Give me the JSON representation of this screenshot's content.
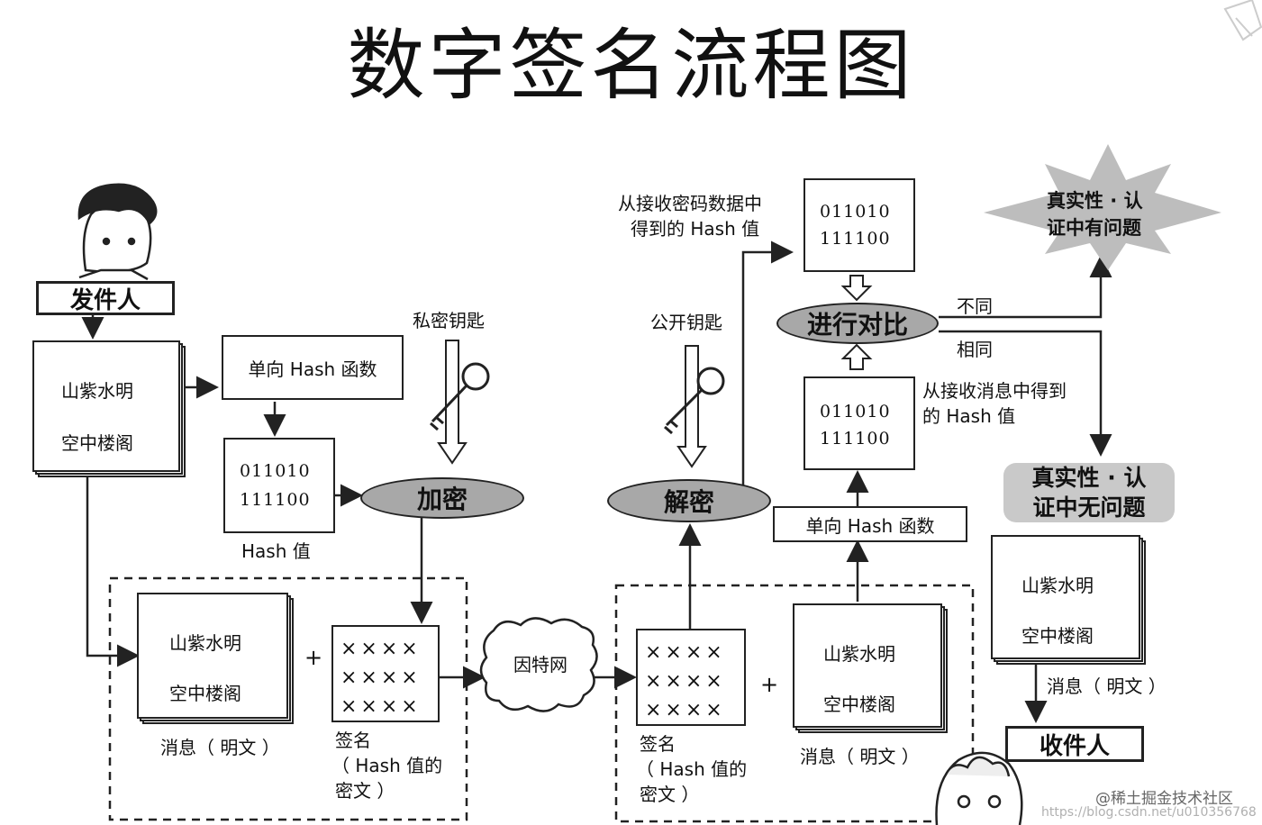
{
  "title": "数字签名流程图",
  "sender": {
    "label": "发件人"
  },
  "receiver": {
    "label": "收件人"
  },
  "message": {
    "line1": "山紫水明",
    "line2": "空中楼阁",
    "caption": "消息（ 明文 ）"
  },
  "hash_fn": {
    "label": "单向 Hash 函数"
  },
  "hash_value": {
    "line1": "011010",
    "line2": "111100",
    "caption": "Hash 值"
  },
  "private_key": {
    "label": "私密钥匙"
  },
  "public_key": {
    "label": "公开钥匙"
  },
  "encrypt": {
    "label": "加密"
  },
  "decrypt": {
    "label": "解密"
  },
  "signature": {
    "row": "××××",
    "caption1": "签名",
    "caption2": "（ Hash 值的",
    "caption3": "密文 ）"
  },
  "plus": "+",
  "internet": {
    "label": "因特网"
  },
  "compare": {
    "label": "进行对比"
  },
  "from_signature": {
    "line1": "从接收密码数据中",
    "line2": "得到的 Hash 值"
  },
  "from_message": {
    "line1": "从接收消息中得到",
    "line2": "的 Hash 值"
  },
  "different": "不同",
  "same": "相同",
  "bad_result": {
    "line1": "真实性 · 认",
    "line2": "证中有问题"
  },
  "good_result": {
    "line1": "真实性 · 认",
    "line2": "证中无问题"
  },
  "watermark": {
    "site": "@稀土掘金技术社区",
    "url": "https://blog.csdn.net/u010356768"
  }
}
